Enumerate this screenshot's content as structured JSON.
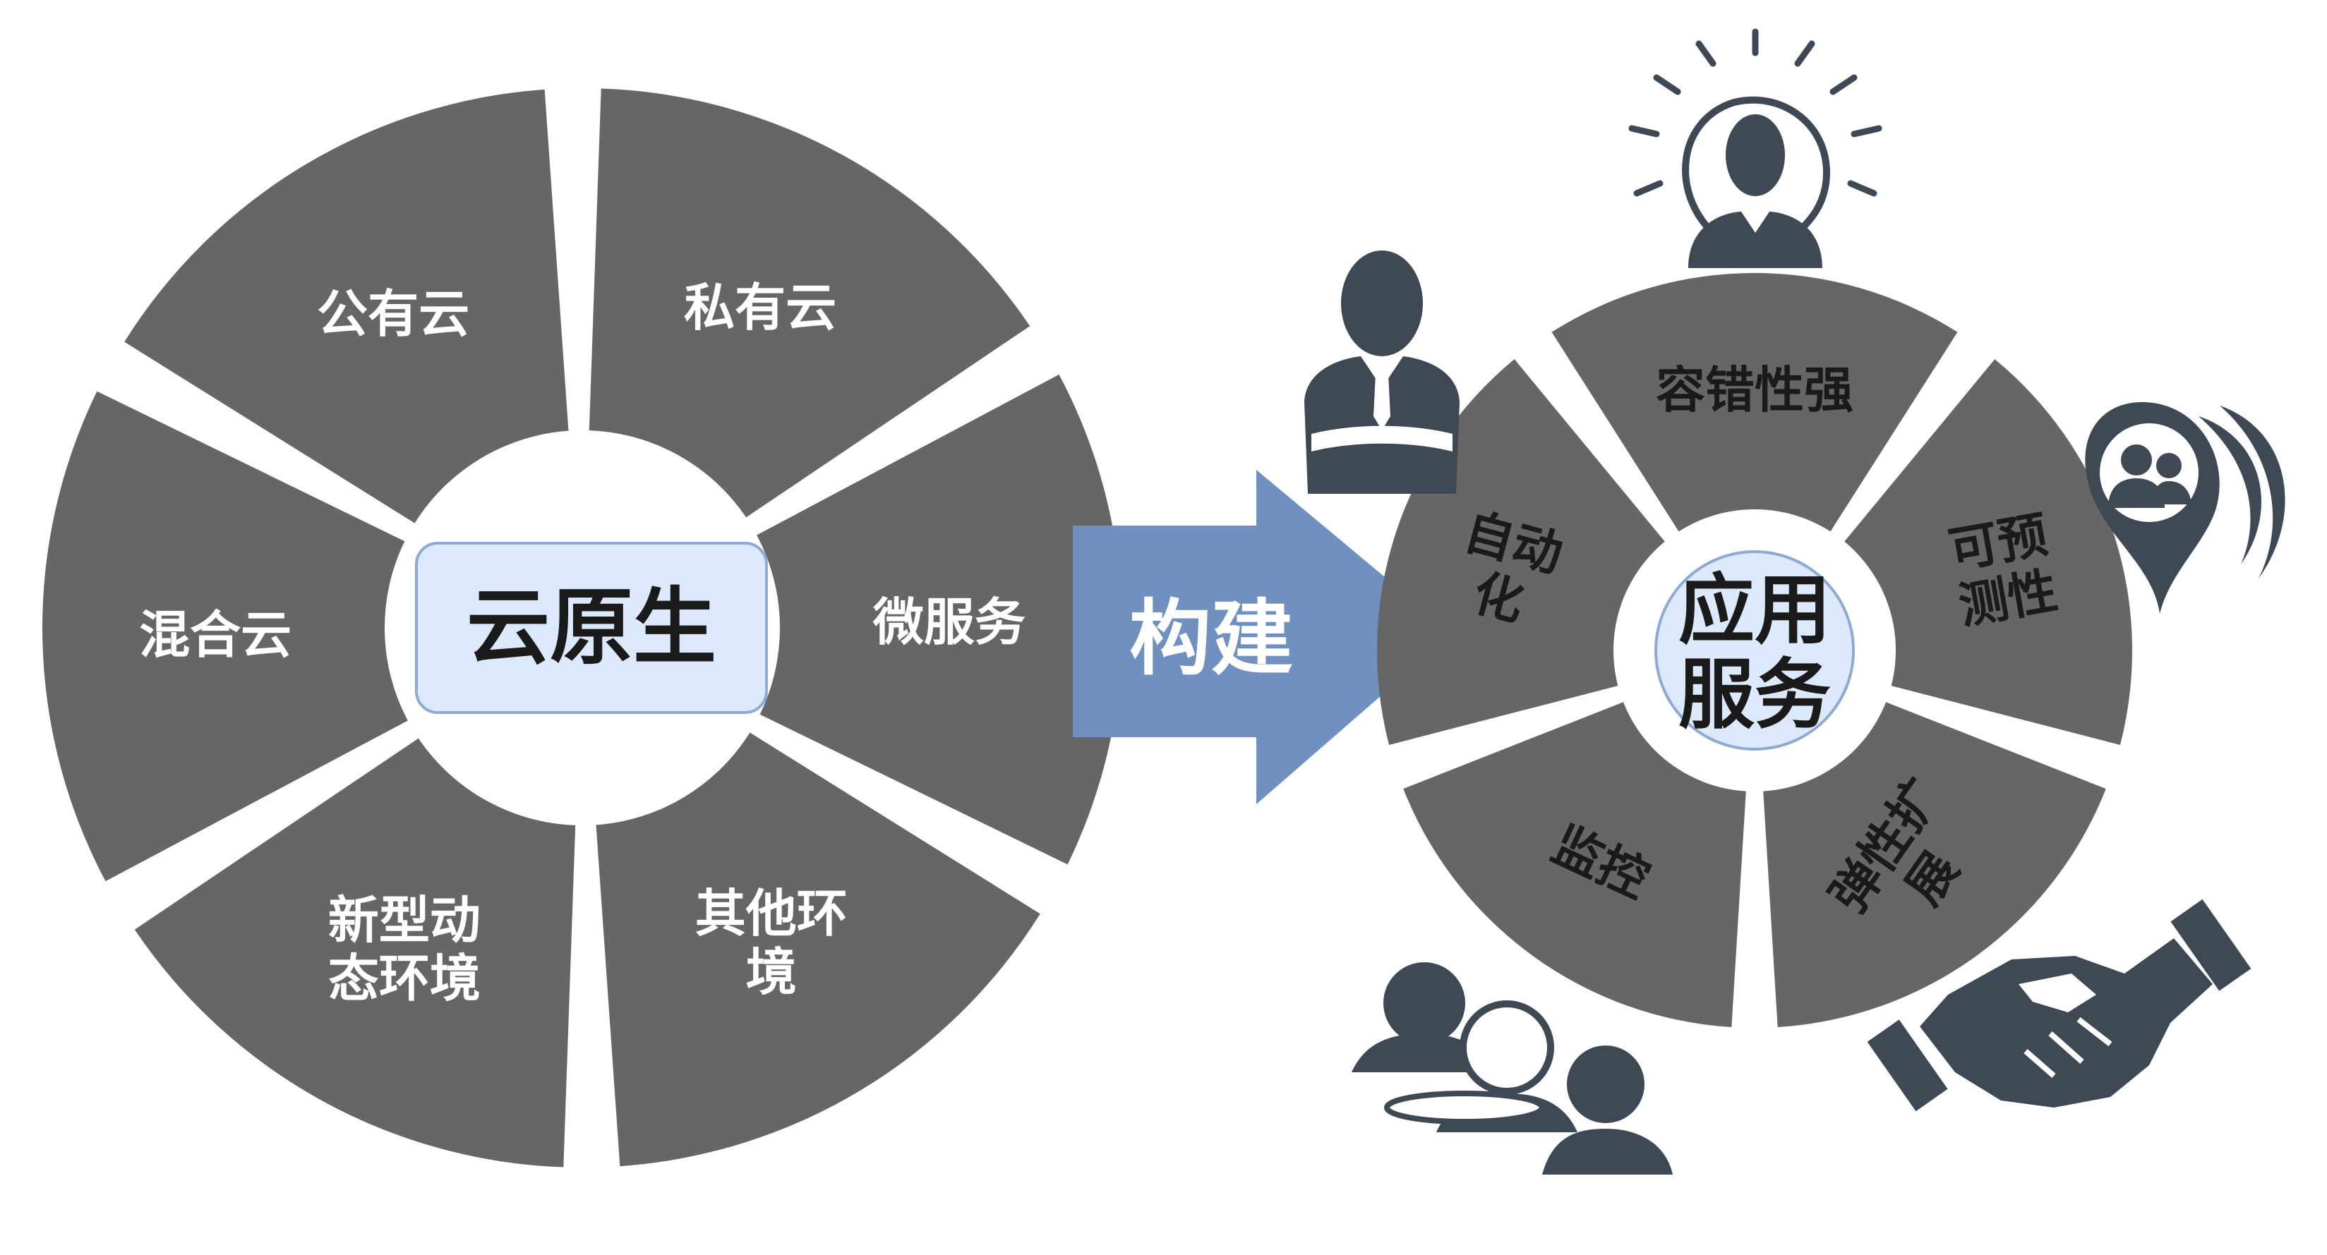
{
  "left_diagram": {
    "center_label": "云原生",
    "segments": [
      {
        "id": "public",
        "lines": [
          "公有云"
        ]
      },
      {
        "id": "private",
        "lines": [
          "私有云"
        ]
      },
      {
        "id": "microservice",
        "lines": [
          "微服务"
        ]
      },
      {
        "id": "other-env",
        "lines": [
          "其他环",
          "境"
        ]
      },
      {
        "id": "new-dynamic-env",
        "lines": [
          "新型动",
          "态环境"
        ]
      },
      {
        "id": "hybrid",
        "lines": [
          "混合云"
        ]
      }
    ]
  },
  "arrow": {
    "label": "构建"
  },
  "right_diagram": {
    "center_lines": [
      "应用",
      "服务"
    ],
    "segments": [
      {
        "id": "fault-tolerance",
        "lines": [
          "容错性强"
        ]
      },
      {
        "id": "predictability",
        "lines": [
          "可预",
          "测性"
        ]
      },
      {
        "id": "elastic-scaling",
        "lines": [
          "弹性扩",
          "展"
        ]
      },
      {
        "id": "monitoring",
        "lines": [
          "监控"
        ]
      },
      {
        "id": "automation",
        "lines": [
          "自动",
          "化"
        ]
      }
    ]
  },
  "icons": {
    "top": "lightbulb-person-icon",
    "left": "businessman-arms-crossed-icon",
    "right": "location-pin-people-icon",
    "bottom_left": "team-meeting-icon",
    "bottom_right": "handshake-icon"
  },
  "colors": {
    "segment": "#666666",
    "center_box_fill": "#dce9fb",
    "center_box_stroke": "#8eaad4",
    "arrow": "#7090bf",
    "icon": "#3f4855"
  }
}
